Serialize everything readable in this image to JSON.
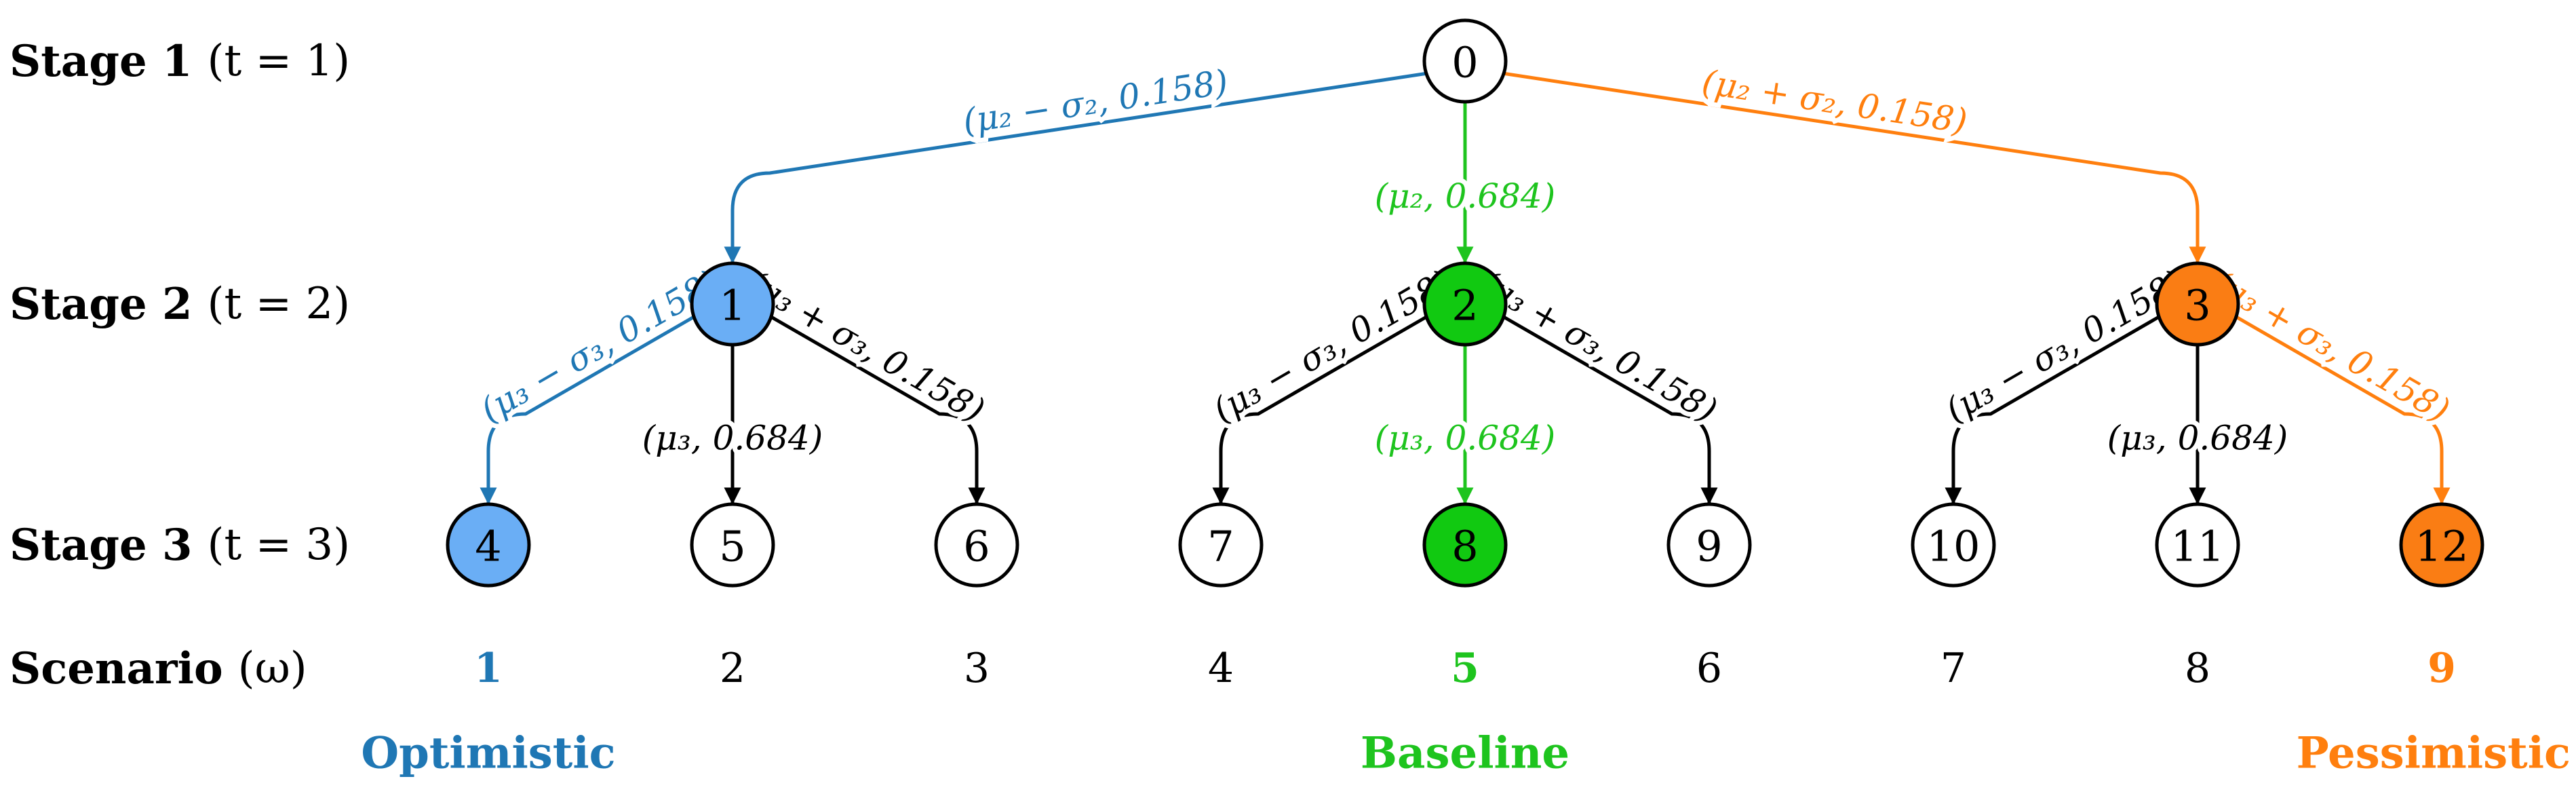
{
  "colors": {
    "optimistic": "#1f77b4",
    "optimistic_fill": "#6aaef5",
    "baseline": "#1ec41e",
    "baseline_fill": "#11c911",
    "pessimistic": "#ff7f0e",
    "pessimistic_fill": "#fa7d14",
    "default": "#000000"
  },
  "row_labels": [
    {
      "bold": "Stage 1",
      "rest": "(t = 1)"
    },
    {
      "bold": "Stage 2",
      "rest": "(t = 2)"
    },
    {
      "bold": "Stage 3",
      "rest": "(t = 3)"
    },
    {
      "bold": "Scenario",
      "rest": "(ω)"
    }
  ],
  "nodes": [
    {
      "id": "0",
      "stage": 1,
      "fill": "white"
    },
    {
      "id": "1",
      "stage": 2,
      "fill": "optimistic"
    },
    {
      "id": "2",
      "stage": 2,
      "fill": "baseline"
    },
    {
      "id": "3",
      "stage": 2,
      "fill": "pessimistic"
    },
    {
      "id": "4",
      "stage": 3,
      "fill": "optimistic"
    },
    {
      "id": "5",
      "stage": 3,
      "fill": "white"
    },
    {
      "id": "6",
      "stage": 3,
      "fill": "white"
    },
    {
      "id": "7",
      "stage": 3,
      "fill": "white"
    },
    {
      "id": "8",
      "stage": 3,
      "fill": "baseline"
    },
    {
      "id": "9",
      "stage": 3,
      "fill": "white"
    },
    {
      "id": "10",
      "stage": 3,
      "fill": "white"
    },
    {
      "id": "11",
      "stage": 3,
      "fill": "white"
    },
    {
      "id": "12",
      "stage": 3,
      "fill": "pessimistic"
    }
  ],
  "edges": [
    {
      "from": "0",
      "to": "1",
      "label": "(μ₂ − σ₂, 0.158)",
      "color": "optimistic"
    },
    {
      "from": "0",
      "to": "2",
      "label": "(μ₂, 0.684)",
      "color": "baseline"
    },
    {
      "from": "0",
      "to": "3",
      "label": "(μ₂ + σ₂, 0.158)",
      "color": "pessimistic"
    },
    {
      "from": "1",
      "to": "4",
      "label": "(μ₃ − σ₃, 0.158)",
      "color": "optimistic"
    },
    {
      "from": "1",
      "to": "5",
      "label": "(μ₃, 0.684)",
      "color": "default"
    },
    {
      "from": "1",
      "to": "6",
      "label": "(μ₃ + σ₃, 0.158)",
      "color": "default"
    },
    {
      "from": "2",
      "to": "7",
      "label": "(μ₃ − σ₃, 0.158)",
      "color": "default"
    },
    {
      "from": "2",
      "to": "8",
      "label": "(μ₃, 0.684)",
      "color": "baseline"
    },
    {
      "from": "2",
      "to": "9",
      "label": "(μ₃ + σ₃, 0.158)",
      "color": "default"
    },
    {
      "from": "3",
      "to": "10",
      "label": "(μ₃ − σ₃, 0.158)",
      "color": "default"
    },
    {
      "from": "3",
      "to": "11",
      "label": "(μ₃, 0.684)",
      "color": "default"
    },
    {
      "from": "3",
      "to": "12",
      "label": "(μ₃ + σ₃, 0.158)",
      "color": "pessimistic"
    }
  ],
  "scenarios": [
    {
      "label": "1",
      "color": "optimistic",
      "bold": true
    },
    {
      "label": "2",
      "color": "default",
      "bold": false
    },
    {
      "label": "3",
      "color": "default",
      "bold": false
    },
    {
      "label": "4",
      "color": "default",
      "bold": false
    },
    {
      "label": "5",
      "color": "baseline",
      "bold": true
    },
    {
      "label": "6",
      "color": "default",
      "bold": false
    },
    {
      "label": "7",
      "color": "default",
      "bold": false
    },
    {
      "label": "8",
      "color": "default",
      "bold": false
    },
    {
      "label": "9",
      "color": "pessimistic",
      "bold": true
    }
  ],
  "categories": [
    {
      "label": "Optimistic",
      "color": "optimistic",
      "under_scenario": 0
    },
    {
      "label": "Baseline",
      "color": "baseline",
      "under_scenario": 4
    },
    {
      "label": "Pessimistic",
      "color": "pessimistic",
      "under_scenario": 8
    }
  ]
}
